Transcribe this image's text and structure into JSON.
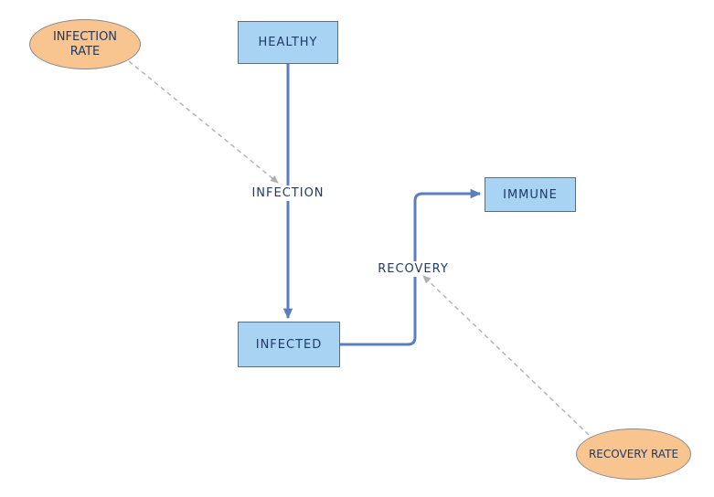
{
  "diagram": {
    "nodes": {
      "healthy": {
        "label": "HEALTHY"
      },
      "infected": {
        "label": "INFECTED"
      },
      "immune": {
        "label": "IMMUNE"
      }
    },
    "variables": {
      "infection_rate": {
        "line1": "INFECTION",
        "line2": "RATE"
      },
      "recovery_rate": {
        "label": "RECOVERY RATE"
      }
    },
    "flows": {
      "infection": {
        "label": "INFECTION"
      },
      "recovery": {
        "label": "RECOVERY"
      }
    },
    "colors": {
      "node_fill": "#a9d3f3",
      "node_border": "#5f6e7e",
      "variable_fill": "#f8c48f",
      "variable_border": "#8a8a8a",
      "flow_arrow": "#5b7ec0",
      "dependency_line": "#b0b0b0",
      "label_text": "#1e3a66"
    }
  }
}
